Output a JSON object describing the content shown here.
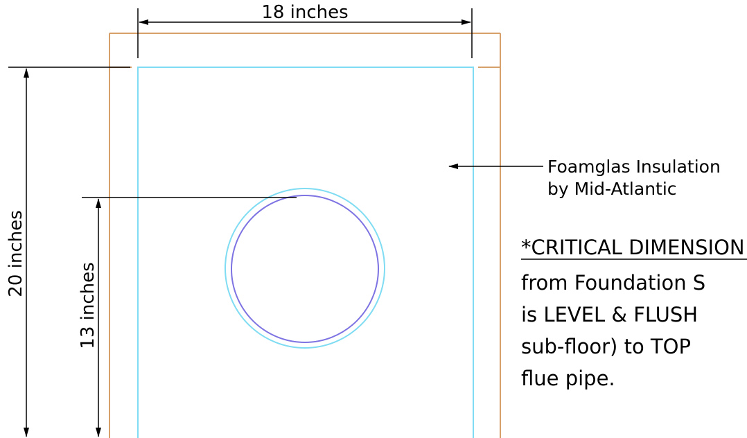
{
  "dimensions": {
    "width_label": "18 inches",
    "height_label": "20 inches",
    "center_label": "13 inches"
  },
  "callout": {
    "line1": "Foamglas Insulation",
    "line2": "by Mid-Atlantic"
  },
  "note": {
    "heading": "*CRITICAL DIMENSION",
    "line1": "from Foundation S",
    "line2": "is LEVEL & FLUSH",
    "line3": "sub-floor) to TOP",
    "line4": "flue pipe."
  },
  "colors": {
    "outer_box": "#d7a06a",
    "inner_box": "#7fdcf2",
    "pipe_outer": "#7fdcf2",
    "pipe_inner": "#7d73e2",
    "dimension_lines": "#000000",
    "background": "#ffffff"
  }
}
